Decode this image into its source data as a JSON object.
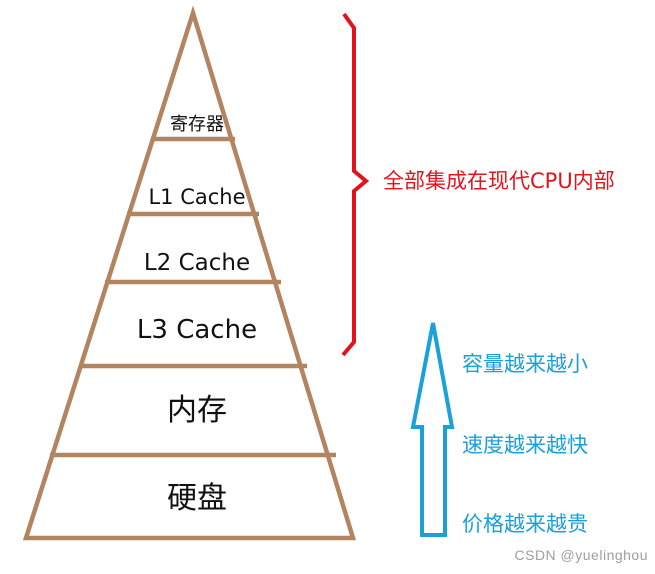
{
  "diagram": {
    "title_implied": "memory hierarchy pyramid",
    "pyramid": {
      "outline_color": "#b28460",
      "label_color": "#111111",
      "layers": [
        {
          "label": "寄存器"
        },
        {
          "label": "L1 Cache"
        },
        {
          "label": "L2 Cache"
        },
        {
          "label": "L3 Cache"
        },
        {
          "label": "内存"
        },
        {
          "label": "硬盘"
        }
      ]
    },
    "brace_annotation": {
      "text": "全部集成在现代CPU内部",
      "color": "#e3131b"
    },
    "arrow_annotations": {
      "direction": "up",
      "color": "#1ba0da",
      "items": [
        {
          "text": "容量越来越小"
        },
        {
          "text": "速度越来越快"
        },
        {
          "text": "价格越来越贵"
        }
      ]
    },
    "watermark": "CSDN @yuelinghou"
  }
}
